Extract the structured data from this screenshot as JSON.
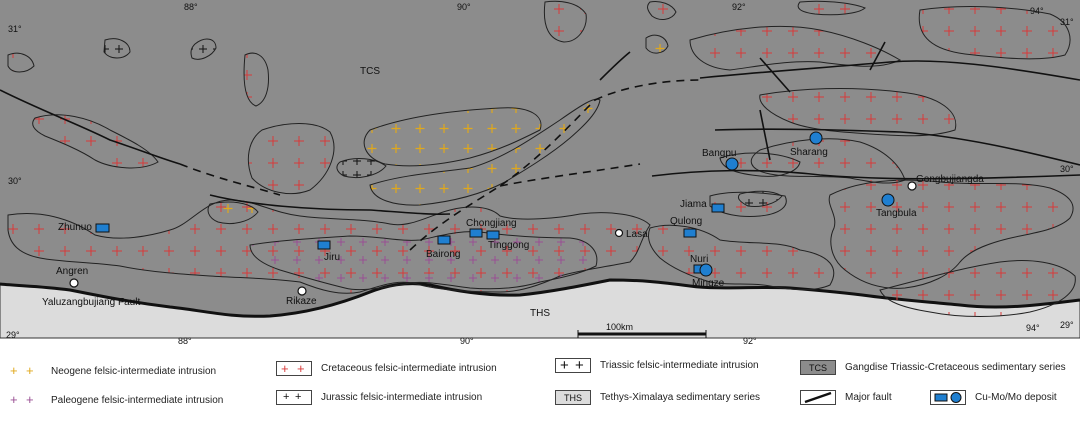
{
  "map": {
    "lon_ticks_top": [
      "88°",
      "90°",
      "92°",
      "94°"
    ],
    "lon_ticks_bottom": [
      "88°",
      "90°",
      "92°",
      "94°"
    ],
    "lat_ticks_left": [
      "31°",
      "30°",
      "29°"
    ],
    "lat_ticks_right": [
      "31°",
      "30°",
      "29°"
    ],
    "unit_labels": {
      "tcs": "TCS",
      "ths": "THS"
    },
    "scale_label": "100km",
    "fault_label": "Yaluzangbujiang Fault",
    "deposits": {
      "zhunuo": "Zhunuo",
      "jiru": "Jiru",
      "bairong": "Bairong",
      "chongjiang": "Chongjiang",
      "tinggong": "Tinggong",
      "qulong": "Qulong",
      "jiama": "Jiama",
      "nuri": "Nuri",
      "mingze": "Mingze",
      "bangpu": "Bangpu",
      "sharang": "Sharang",
      "tangbula": "Tangbula"
    },
    "cities": {
      "angren": "Angren",
      "rikaze": "Rikaze",
      "lasa": "Lasa",
      "gongbujiangda": "Gongbujiangda"
    }
  },
  "legend": {
    "neogene": "Neogene felsic-intermediate intrusion",
    "paleogene": "Paleogene felsic-intermediate intrusion",
    "cretaceous": "Cretaceous felsic-intermediate intrusion",
    "jurassic": "Jurassic felsic-intermediate intrusion",
    "triassic": "Triassic felsic-intermediate intrusion",
    "ths_abbr": "THS",
    "ths": "Tethys-Ximalaya sedimentary series",
    "tcs_abbr": "TCS",
    "tcs": "Gangdise Triassic-Cretaceous sedimentary series",
    "fault": "Major fault",
    "deposit": "Cu-Mo/Mo deposit"
  },
  "colors": {
    "tcs_grey": "#8c8c8c",
    "ths_grey": "#dcdcdc",
    "neogene_cross": "#e0a81c",
    "paleogene_cross": "#9a4f94",
    "cretaceous_cross": "#d83a3a",
    "deposit_blue": "#1f7fd0"
  }
}
